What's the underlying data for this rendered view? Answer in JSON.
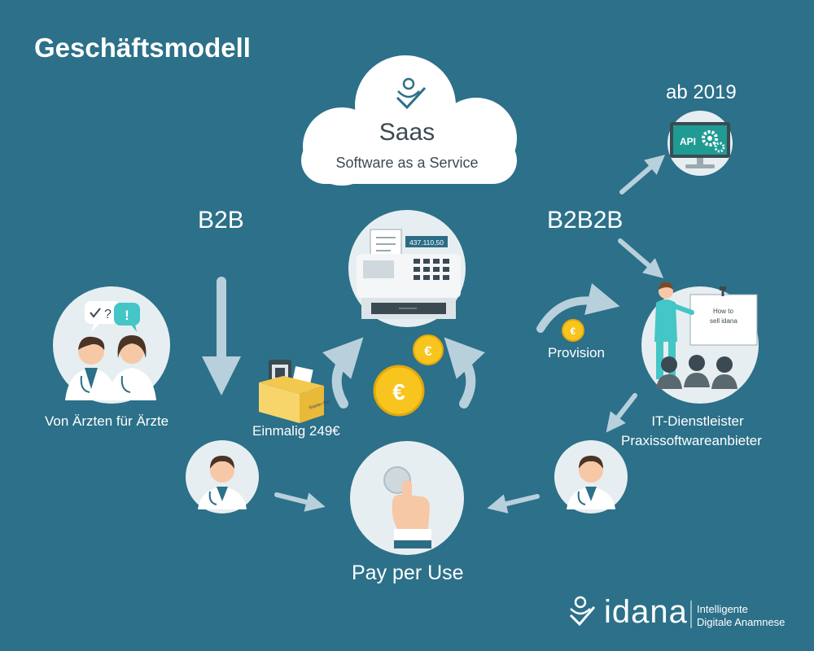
{
  "title": "Geschäftsmodell",
  "cloud": {
    "title": "Saas",
    "subtitle": "Software as a Service"
  },
  "labels": {
    "b2b": "B2B",
    "b2b2b": "B2B2B",
    "ab_2019": "ab 2019",
    "provision": "Provision",
    "von_aerzten": "Von Ärzten für Ärzte",
    "einmalig": "Einmalig 249€",
    "it_dienstleister": "IT-Dienstleister",
    "praxissoftware": "Praxissoftwareanbieter",
    "pay_per_use": "Pay per Use"
  },
  "icon_text": {
    "register_display": "437.110,50",
    "api": "API",
    "euro": "€",
    "chat_q": "?",
    "chat_excl": "!",
    "starter_set": "Starter-Set",
    "board_line1": "How to",
    "board_line2": "sell idana"
  },
  "brand": {
    "name": "idana",
    "tagline_1": "Intelligente",
    "tagline_2": "Digitale Anamnese"
  },
  "colors": {
    "background": "#2c7089",
    "circle": "#e7eef1",
    "arrow": "#b8d0db",
    "coin": "#f7c51e",
    "teal": "#43c6c5",
    "dark_text": "#3d4a52",
    "white": "#ffffff"
  }
}
